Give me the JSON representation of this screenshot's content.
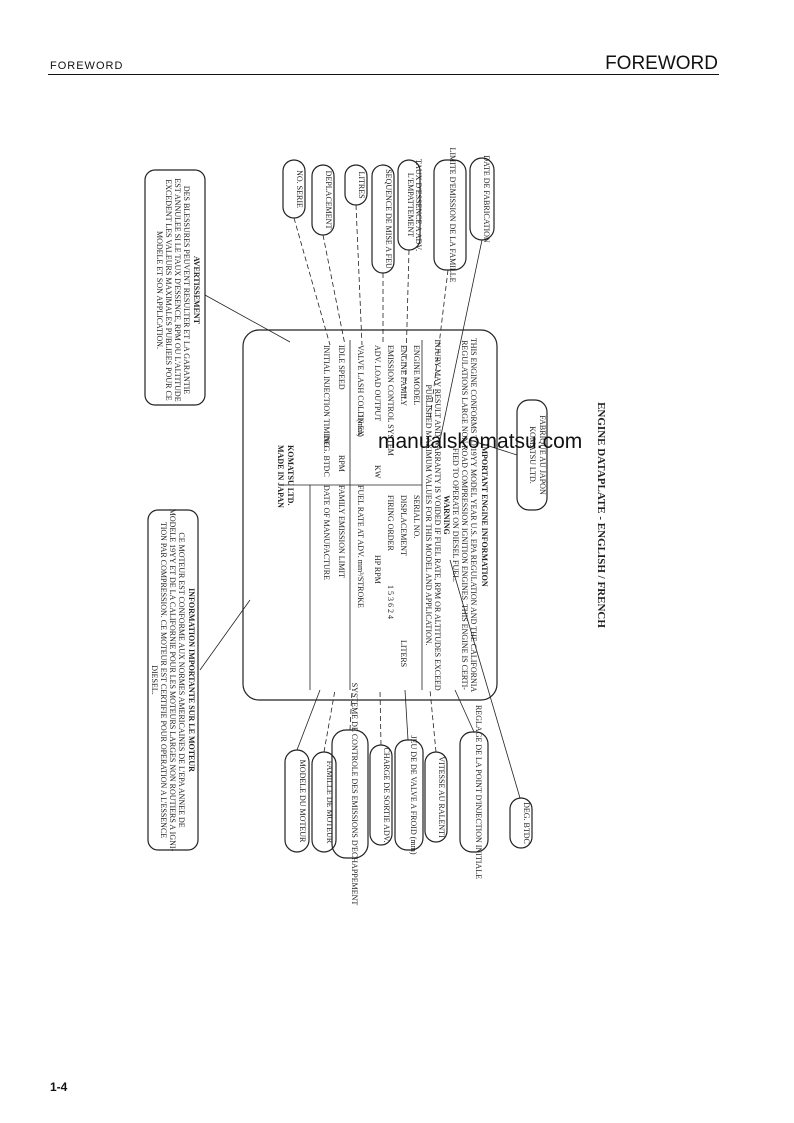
{
  "header": {
    "left": "FOREWORD",
    "right": "FOREWORD"
  },
  "page_number": "1-4",
  "watermark": "manualskomatsu.com",
  "figure": {
    "caption": "ENGINE DATAPLATE - ENGLISH / FRENCH",
    "plate": {
      "title": "IMPORTANT ENGINE INFORMATION",
      "intro": [
        "THIS ENGINE CONFORMS TO 19YY MODEL YEAR U.S. EPA REGULATION AND THE CALIFORNIA",
        "REGULATIONS LARGE NON ROAD COMPRESSION IGNITION ENGINES. THIS ENGINE IS CERTI-",
        "FIED TO OPERATE ON DIESEL FUEL."
      ],
      "warning_title": "WARNING",
      "warning": [
        "INJURY MAY RESULT AND WARRANTY IS VOIDED IF FUEL RATE, RPM OR ALTITUDES EXCEED",
        "PUBLISHED MAXIMUM VALUES FOR THIS MODEL AND APPLICATION."
      ],
      "rows": [
        {
          "label": "ENGINE MODEL",
          "field": "SERIAL NO.",
          "value": ""
        },
        {
          "label": "ENGINE FAMILY",
          "field": "DISPLACEMENT",
          "value": "LITERS"
        },
        {
          "label": "EMISSION CONTROL SYSTEM",
          "field": "FIRING ORDER",
          "value": "1 5 3 6 2 4"
        },
        {
          "label": "ADV. LOAD OUTPUT",
          "field": "KW",
          "value": "HP  RPM"
        },
        {
          "label": "VALVE LASH COLD (mm)",
          "field": "IN  EX",
          "value": "FUEL RATE AT ADV.  mm³/STROKE"
        },
        {
          "label": "IDLE SPEED",
          "field": "RPM",
          "value": "FAMILY EMISSION LIMIT"
        },
        {
          "label": "INITIAL INJECTION TIMING",
          "field": "DEG. BTDC",
          "value": "DATE OF MANUFACTURE"
        }
      ],
      "maker": [
        "KOMATSU LTD.",
        "MADE IN JAPAN"
      ]
    },
    "labels_top": [
      "NO. SERIE",
      "DEPLACEMENT",
      "LITRES",
      "SEQUENCE DE MISE A FEU",
      "L'EMPATTEMENT",
      "TAUX D'ESSENCE A ADV.",
      "LIMITE D'EMISSION DE LA FAMILLE",
      "DATE DE FABRICATION"
    ],
    "labels_bottom": [
      "MODELE DU MOTEUR",
      "FAMILLE DE MOTEUR",
      "SYSTEME DE CONTROLE DES EMISSIONS D'ECHAPPEMENT",
      "CHARGE DE SORTIE ADV.",
      "JEU DE DE VALVE A FROID (mm)",
      "VITESSE AU RALENTI",
      "REGLAGE DE LA POINT D'INJECTION INITIALE",
      "DEG. BTDC"
    ],
    "fr_warning_title": "AVERTISSEMENT",
    "fr_warning": [
      "DES BLESSURES PEUVENT RESULTER ET LA GARANTIE",
      "EST ANNULEE SI LE TAUX D'ESSENCE, RPM OU L'ALTITUDE",
      "EXCEDENT LES VALEURS MAXIMALES PUBLIEES POUR CE",
      "MODELE ET SON APPLICATION."
    ],
    "fr_info_title": "INFORMATION IMPORTANTE SUR LE MOTEUR",
    "fr_info": [
      "CE MOTEUR EST CONFORME AUX NORMES AMERICAINES DE L'EPA ANNEE DE",
      "MODELE 19YY ET DE LA CALIFORNIE POUR LES MOTEURS LARGES NON ROUTIERS A IGNI-",
      "TION PAR COMPRESSION. CE MOTEUR EST CERTIFIE POUR OPERATION A L'ESSENCE",
      "DIESEL."
    ],
    "maker_fr": [
      "KOMATSU LTD.",
      "FABRIQUE AU JAPON"
    ]
  }
}
